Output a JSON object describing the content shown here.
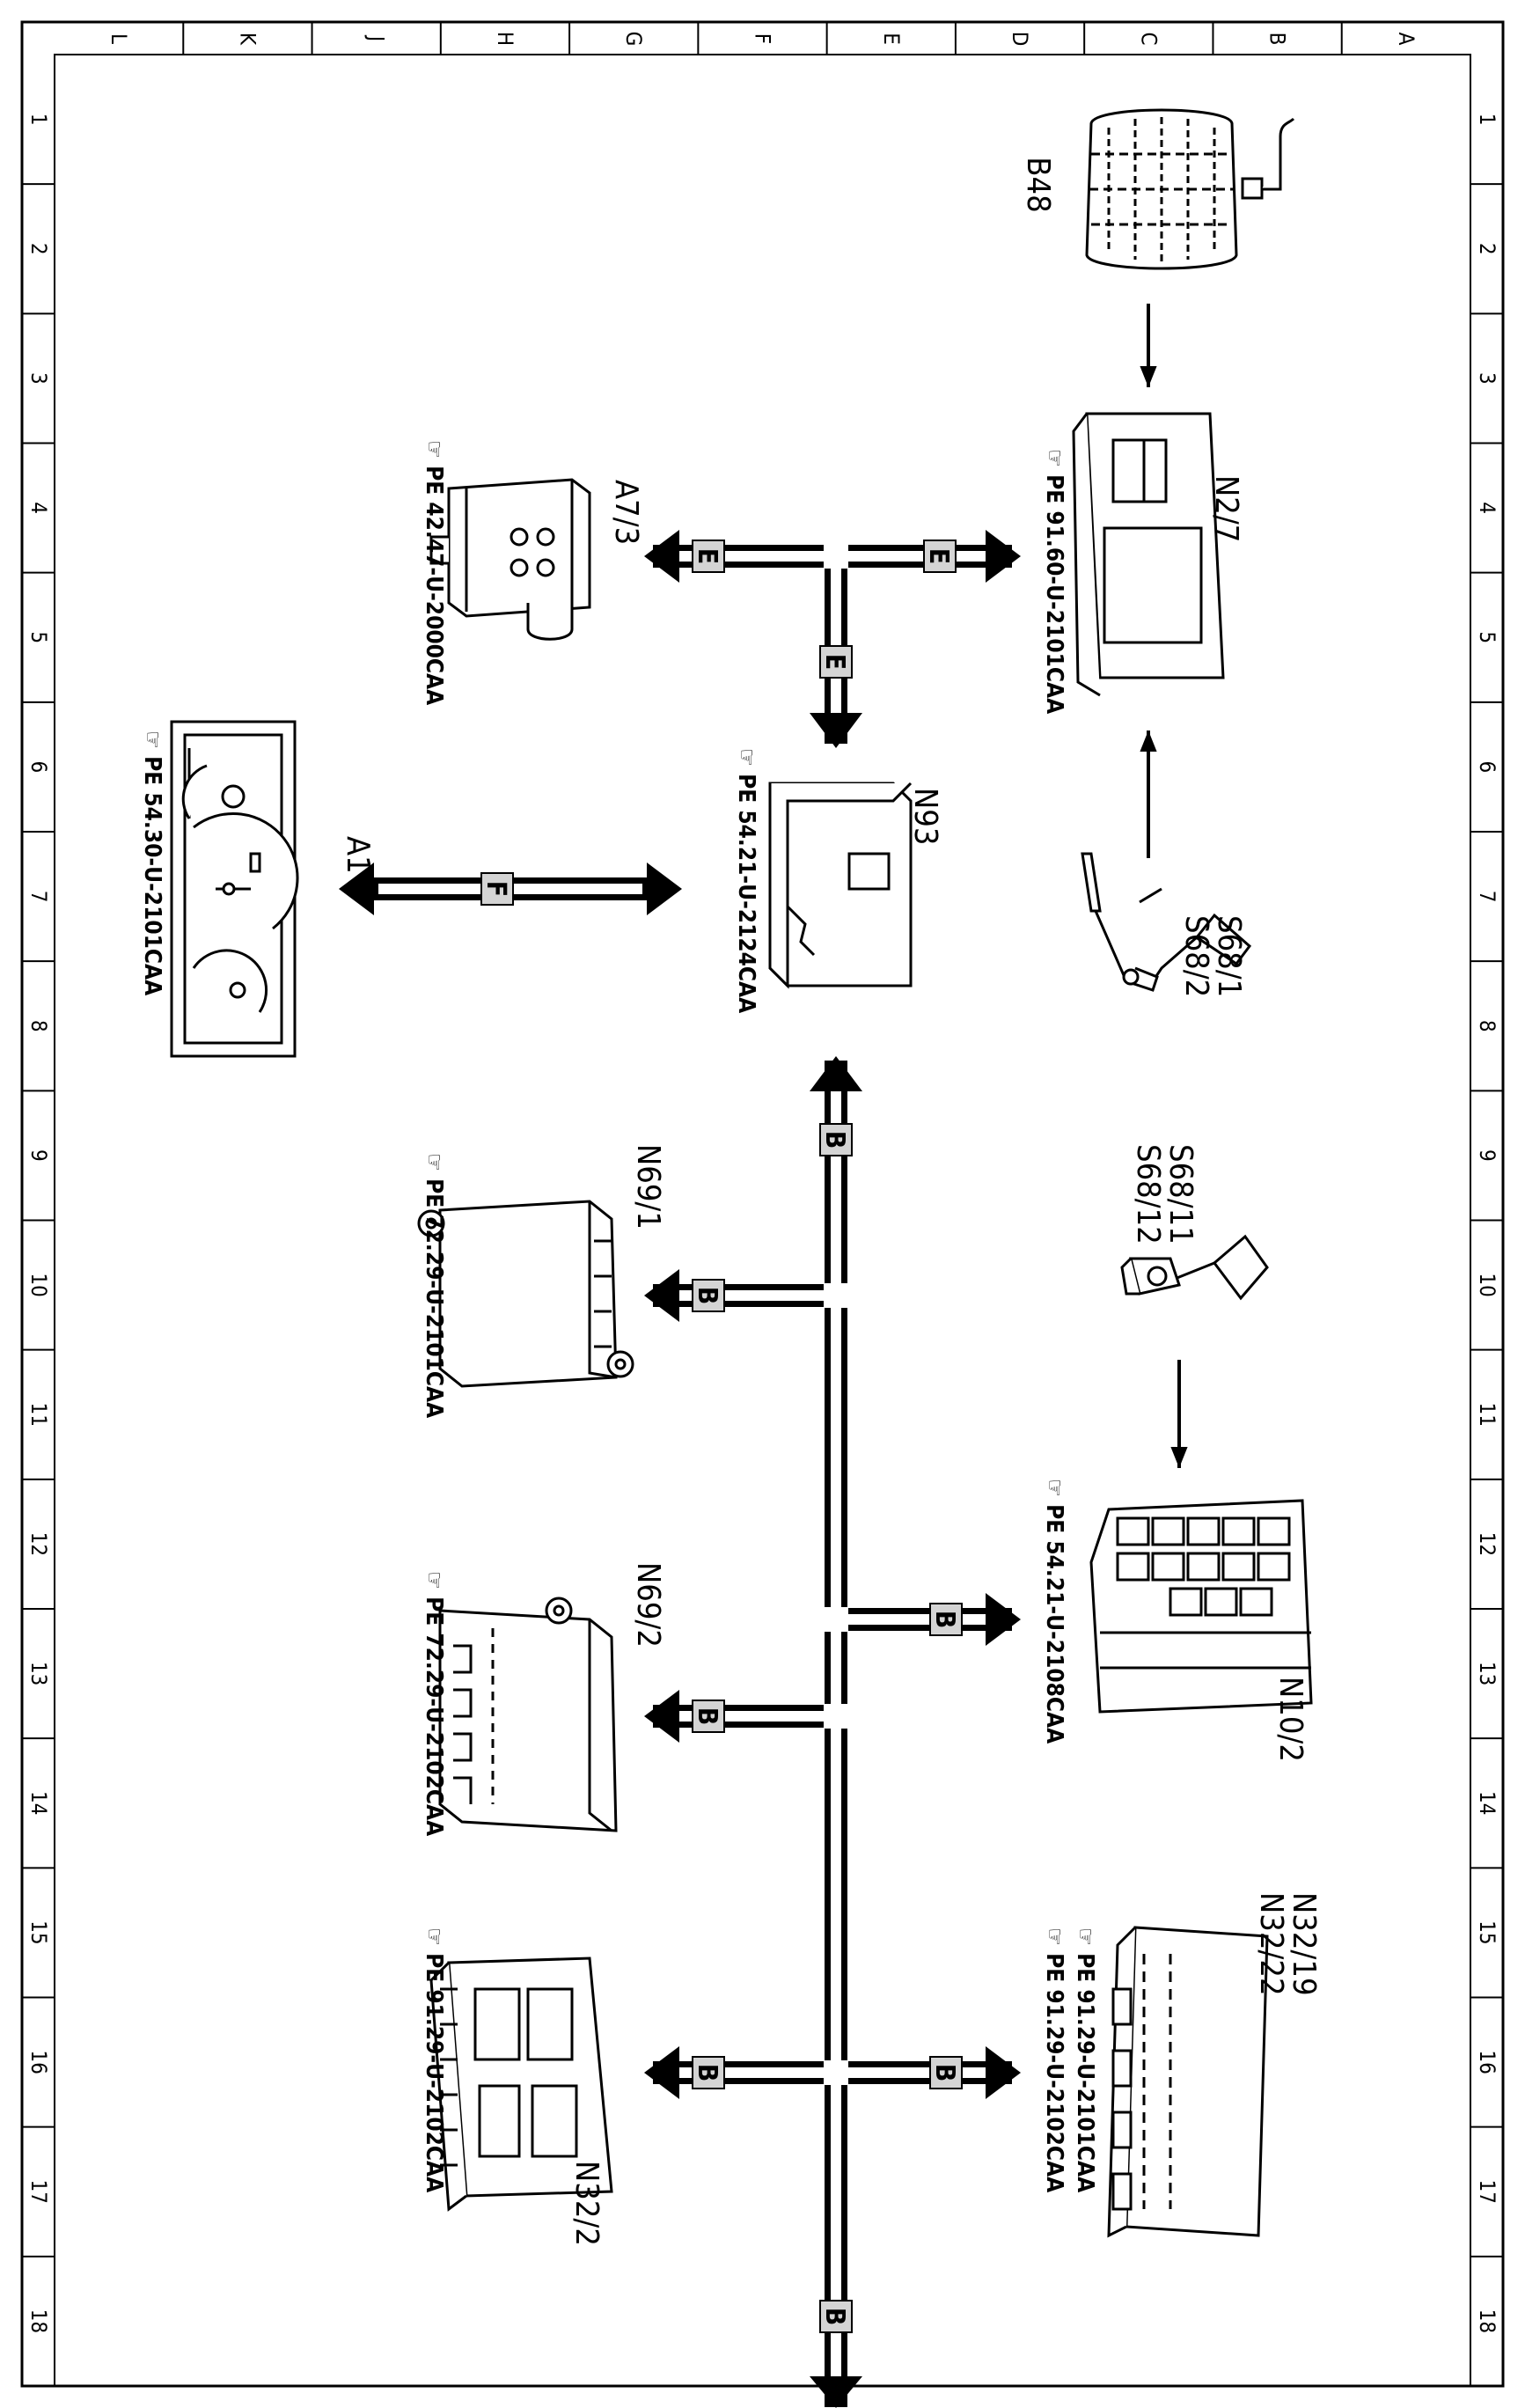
{
  "grid": {
    "columns": [
      "L",
      "K",
      "J",
      "H",
      "G",
      "F",
      "E",
      "D",
      "C",
      "B",
      "A"
    ],
    "rows": [
      "1",
      "2",
      "3",
      "4",
      "5",
      "6",
      "7",
      "8",
      "9",
      "10",
      "11",
      "12",
      "13",
      "14",
      "15",
      "16",
      "17",
      "18"
    ]
  },
  "bus_colors": {
    "line": "#000000",
    "box_fill": "#d4d4d4"
  },
  "components": {
    "B48": {
      "label": "B48",
      "icon": "sensor-mat-icon"
    },
    "N2_7": {
      "label": "N2/7",
      "refs": [
        "PE 91.60-U-2101CAA"
      ],
      "icon": "control-unit-icon"
    },
    "S68": {
      "label_lines": [
        "S68/1",
        "S68/2"
      ],
      "icon": "seat-belt-buckle-icon"
    },
    "A7_3": {
      "label": "A7/3",
      "refs": [
        "PE 42.47-U-2000CAA"
      ],
      "icon": "hydraulic-unit-icon"
    },
    "N93": {
      "label": "N93",
      "refs": [
        "PE 54.21-U-2124CAA"
      ],
      "icon": "control-module-icon"
    },
    "A1": {
      "label": "A1",
      "refs": [
        "PE 54.30-U-2101CAA"
      ],
      "icon": "instrument-cluster-icon"
    },
    "S68b": {
      "label_lines": [
        "S68/11",
        "S68/12"
      ],
      "icon": "seat-belt-buckle-icon"
    },
    "N10_2": {
      "label": "N10/2",
      "refs": [
        "PE 54.21-U-2108CAA"
      ],
      "icon": "fuse-relay-box-icon"
    },
    "N32": {
      "label_lines": [
        "N32/19",
        "N32/22"
      ],
      "refs": [
        "PE 91.29-U-2101CAA",
        "PE 91.29-U-2102CAA"
      ],
      "icon": "seat-control-unit-icon"
    },
    "N69_1": {
      "label": "N69/1",
      "refs": [
        "PE 72.29-U-2101CAA"
      ],
      "icon": "door-control-module-icon"
    },
    "N69_2": {
      "label": "N69/2",
      "refs": [
        "PE 72.29-U-2102CAA"
      ],
      "icon": "door-control-module-icon"
    },
    "N32_2": {
      "label": "N32/2",
      "refs": [
        "PE 91.29-U-2102CAA"
      ],
      "icon": "seat-control-unit-icon"
    }
  },
  "bus_labels": {
    "E": "E",
    "F": "F",
    "B": "B"
  },
  "ref_icon": "pointing-hand-icon"
}
